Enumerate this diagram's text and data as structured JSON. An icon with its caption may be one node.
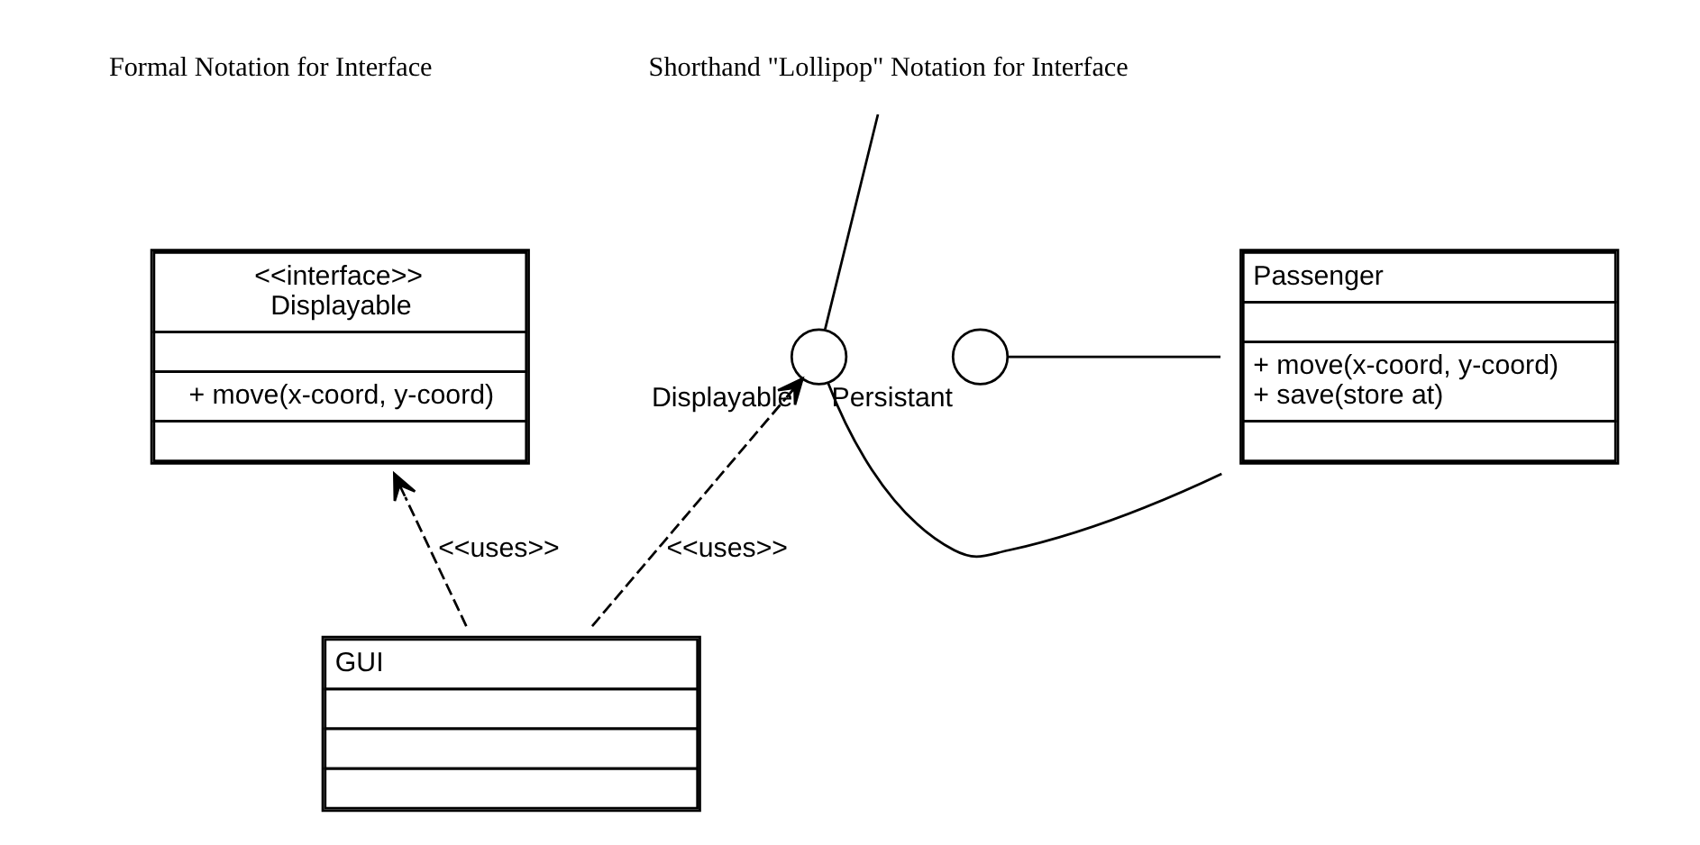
{
  "diagram": {
    "nodes": [
      {
        "text": [
          "<<interface>>",
          "Displayable",
          "+ move(x-coord, y-coord)"
        ]
      },
      {
        "text": [],
        "shape": "circle",
        "beside": [
          "Displayable"
        ]
      },
      {
        "text": [],
        "shape": "circle",
        "beside": [
          "Persistant"
        ]
      },
      {
        "text": [
          "Passenger",
          "+ move(x-coord, y-coord)",
          "+ save(store at)"
        ]
      },
      {
        "text": [
          "GUI"
        ]
      },
      {
        "text": [
          "Shorthand \"Lollipop\" Notation for Interface"
        ]
      }
    ],
    "edges": [
      {
        "from": 4,
        "to": 0,
        "arrow": "to",
        "style": "dashed",
        "label": "<<uses>>"
      },
      {
        "from": 4,
        "to": 1,
        "arrow": "to",
        "style": "dashed",
        "label": "<<uses>>"
      },
      {
        "from": 1,
        "to": 3,
        "arrow": "none"
      },
      {
        "from": 2,
        "to": 3,
        "arrow": "none"
      },
      {
        "from": 5,
        "to": 1,
        "arrow": "none"
      }
    ],
    "labels": [
      "Formal Notation for Interface"
    ]
  }
}
